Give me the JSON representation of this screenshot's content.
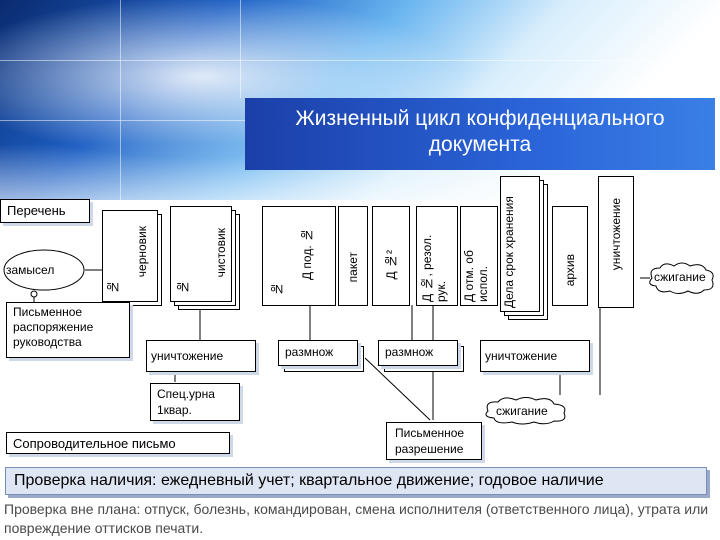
{
  "title": "Жизненный цикл конфиденциального документа",
  "nodes": {
    "perechen": "Перечень",
    "zamysel": "замысел",
    "num1": "№",
    "chernovik": "черновик",
    "num2": "№",
    "chistovik": "чистовик",
    "num3": "№",
    "d_pod": "Д под. №",
    "paket": "пакет",
    "d_num2": "Д №²",
    "d_rezol": "Д №, резол. рук.",
    "d_otm": "Д отм. об испол.",
    "delo": "Дела срок хранения",
    "arkhiv": "архив",
    "unichtozhenie_v": "уничтожение",
    "szhiganie1": "сжигание",
    "pismennoe_rasp": "Письменное распоряжение руководства",
    "unichtozhenie1": "уничтожение",
    "razmnozh1": "размнож",
    "razmnozh2": "размнож",
    "unichtozhenie2": "уничтожение",
    "spec_urna": "Спец.урна 1квар.",
    "szhiganie2": "сжигание",
    "soprovod": "Сопроводительное письмо",
    "pismennoe_razr": "Письменное разрешение"
  },
  "banner": "Проверка наличия: ежедневный учет; квартальное движение; годовое наличие",
  "note": "Проверка вне плана: отпуск, болезнь, командирован, смена исполнителя (ответственного лица), утрата или повреждение оттисков печати."
}
